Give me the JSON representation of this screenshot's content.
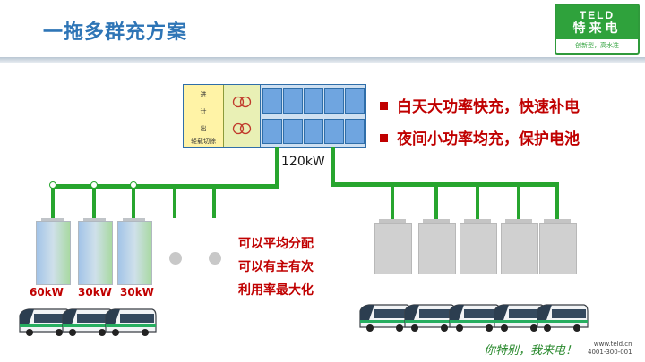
{
  "title": "一拖多群充方案",
  "logo": {
    "brand": "TELD",
    "name": "特来电",
    "tagline": "创新型，高水准"
  },
  "cabinet": {
    "left_labels": [
      "进",
      "计",
      "出",
      "轻载切除"
    ],
    "power": "120kW"
  },
  "bullets": [
    "白天大功率快充，快速补电",
    "夜间小功率均充，保护电池"
  ],
  "left_group": {
    "battery_labels": [
      "60kW",
      "30kW",
      "30kW"
    ]
  },
  "notes": [
    "可以平均分配",
    "可以有主有次",
    "利用率最大化"
  ],
  "colors": {
    "title": "#2e75b6",
    "accent": "#c00000",
    "line": "#27a52e",
    "brand": "#2fa23c"
  },
  "footer": {
    "slogan": "你特别，我来电！",
    "website": "www.teld.cn",
    "phone": "4001-300-001"
  },
  "icons": [
    "transformer-icon",
    "bus-icon",
    "battery-icon",
    "bullet-square-icon"
  ]
}
